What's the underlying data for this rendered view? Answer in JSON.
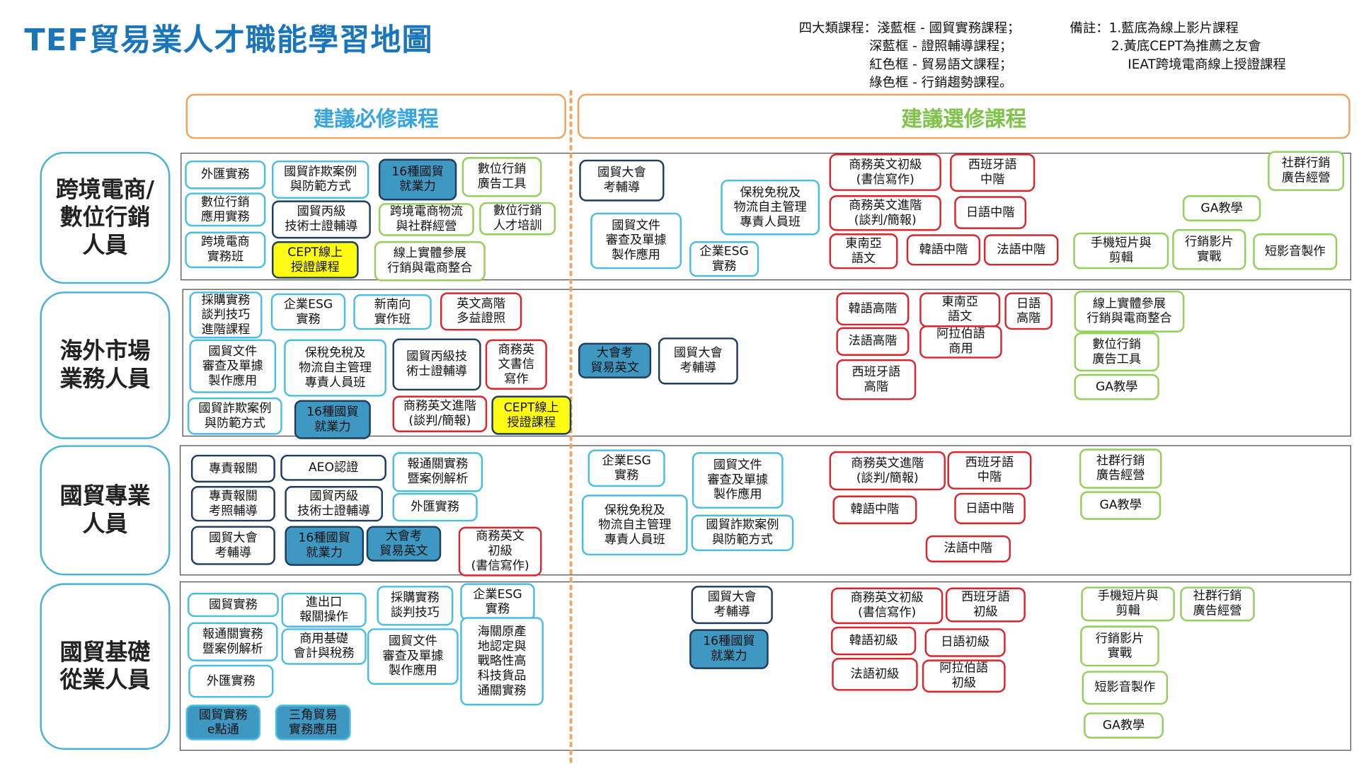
{
  "title": "TEF貿易業人才職能學習地圖",
  "legend_text": "四大類課程：淺藍框 - 國貿實務課程；\n                 深藍框 - 證照輔導課程；\n                 紅色框 - 貿易語文課程；\n                 綠色框 - 行銷趨勢課程。",
  "note_text": "備註：1.藍底為線上影片課程\n          2.黃底CEPT為推薦之友會\n              IEAT跨境電商線上授證課程",
  "headers": {
    "required": "建議必修課程",
    "elective": "建議選修課程"
  },
  "colors": {
    "light_blue": "#4bbde3",
    "dark_blue": "#1f3d5c",
    "blue_fill": "#3e98c2",
    "red": "#d8262e",
    "green": "#92cf5b",
    "yellow": "#fffb12",
    "orange": "#f0a35c",
    "title_blue": "#1b75bb"
  },
  "roles": [
    "跨境電商/\n數位行銷\n人員",
    "海外市場\n業務人員",
    "國貿專業\n人員",
    "國貿基礎\n從業人員"
  ],
  "courses": [
    {
      "t": "外匯實務",
      "c": "lb"
    },
    {
      "t": "國貿詐欺案例\n與防範方式",
      "c": "lb"
    },
    {
      "t": "16種國貿\n就業力",
      "c": "db fill"
    },
    {
      "t": "數位行銷\n廣告工具",
      "c": "g"
    },
    {
      "t": "數位行銷\n應用實務",
      "c": "lb"
    },
    {
      "t": "國貿丙級\n技術士證輔導",
      "c": "db"
    },
    {
      "t": "跨境電商物流\n與社群經營",
      "c": "g"
    },
    {
      "t": "數位行銷\n人才培訓",
      "c": "g"
    },
    {
      "t": "跨境電商\n實務班",
      "c": "lb"
    },
    {
      "t": "CEPT線上\n授證課程",
      "c": "y"
    },
    {
      "t": "線上實體參展\n行銷與電商整合",
      "c": "g"
    },
    {
      "t": "國貿大會\n考輔導",
      "c": "db"
    },
    {
      "t": "國貿文件\n審查及單據\n製作應用",
      "c": "lb"
    },
    {
      "t": "保稅免稅及\n物流自主管理\n專責人員班",
      "c": "lb"
    },
    {
      "t": "企業ESG\n實務",
      "c": "lb"
    },
    {
      "t": "商務英文初級\n(書信寫作)",
      "c": "r"
    },
    {
      "t": "西班牙語\n中階",
      "c": "r"
    },
    {
      "t": "商務英文進階\n(談判/簡報)",
      "c": "r"
    },
    {
      "t": "日語中階",
      "c": "r"
    },
    {
      "t": "東南亞\n語文",
      "c": "r"
    },
    {
      "t": "韓語中階",
      "c": "r"
    },
    {
      "t": "法語中階",
      "c": "r"
    },
    {
      "t": "社群行銷\n廣告經營",
      "c": "g"
    },
    {
      "t": "GA教學",
      "c": "g"
    },
    {
      "t": "手機短片與\n剪輯",
      "c": "g"
    },
    {
      "t": "行銷影片\n實戰",
      "c": "g"
    },
    {
      "t": "短影音製作",
      "c": "g"
    },
    {
      "t": "採購實務\n談判技巧\n進階課程",
      "c": "lb"
    },
    {
      "t": "企業ESG\n實務",
      "c": "lb"
    },
    {
      "t": "新南向\n實作班",
      "c": "lb"
    },
    {
      "t": "英文高階\n多益證照",
      "c": "r"
    },
    {
      "t": "國貿文件\n審查及單據\n製作應用",
      "c": "lb"
    },
    {
      "t": "保稅免稅及\n物流自主管理\n專責人員班",
      "c": "lb"
    },
    {
      "t": "國貿丙級技\n術士證輔導",
      "c": "db"
    },
    {
      "t": "商務英\n文書信\n寫作",
      "c": "r"
    },
    {
      "t": "國貿詐欺案例\n與防範方式",
      "c": "lb"
    },
    {
      "t": "16種國貿\n就業力",
      "c": "db fill"
    },
    {
      "t": "商務英文進階\n(談判/簡報)",
      "c": "r"
    },
    {
      "t": "CEPT線上\n授證課程",
      "c": "y"
    },
    {
      "t": "大會考\n貿易英文",
      "c": "db fill"
    },
    {
      "t": "國貿大會\n考輔導",
      "c": "db"
    },
    {
      "t": "韓語高階",
      "c": "r"
    },
    {
      "t": "東南亞\n語文",
      "c": "r"
    },
    {
      "t": "日語\n高階",
      "c": "r"
    },
    {
      "t": "法語高階",
      "c": "r"
    },
    {
      "t": "阿拉伯語\n商用",
      "c": "r"
    },
    {
      "t": "西班牙語\n高階",
      "c": "r"
    },
    {
      "t": "線上實體參展\n行銷與電商整合",
      "c": "g"
    },
    {
      "t": "數位行銷\n廣告工具",
      "c": "g"
    },
    {
      "t": "GA教學",
      "c": "g"
    },
    {
      "t": "專責報關",
      "c": "db"
    },
    {
      "t": "AEO認證",
      "c": "db"
    },
    {
      "t": "報通關實務\n暨案例解析",
      "c": "lb"
    },
    {
      "t": "專責報關\n考照輔導",
      "c": "db"
    },
    {
      "t": "國貿丙級\n技術士證輔導",
      "c": "db"
    },
    {
      "t": "外匯實務",
      "c": "lb"
    },
    {
      "t": "國貿大會\n考輔導",
      "c": "db"
    },
    {
      "t": "16種國貿\n就業力",
      "c": "db fill"
    },
    {
      "t": "大會考\n貿易英文",
      "c": "db fill"
    },
    {
      "t": "商務英文\n初級\n(書信寫作)",
      "c": "r"
    },
    {
      "t": "企業ESG\n實務",
      "c": "lb"
    },
    {
      "t": "國貿文件\n審查及單據\n製作應用",
      "c": "lb"
    },
    {
      "t": "保稅免稅及\n物流自主管理\n專責人員班",
      "c": "lb"
    },
    {
      "t": "國貿詐欺案例\n與防範方式",
      "c": "lb"
    },
    {
      "t": "商務英文進階\n(談判/簡報)",
      "c": "r"
    },
    {
      "t": "西班牙語\n中階",
      "c": "r"
    },
    {
      "t": "韓語中階",
      "c": "r"
    },
    {
      "t": "日語中階",
      "c": "r"
    },
    {
      "t": "法語中階",
      "c": "r"
    },
    {
      "t": "社群行銷\n廣告經營",
      "c": "g"
    },
    {
      "t": "GA教學",
      "c": "g"
    },
    {
      "t": "國貿實務",
      "c": "lb"
    },
    {
      "t": "進出口\n報關操作",
      "c": "lb"
    },
    {
      "t": "採購實務\n談判技巧",
      "c": "lb"
    },
    {
      "t": "企業ESG\n實務",
      "c": "lb"
    },
    {
      "t": "報通關實務\n暨案例解析",
      "c": "lb"
    },
    {
      "t": "商用基礎\n會計與稅務",
      "c": "lb"
    },
    {
      "t": "國貿文件\n審查及單據\n製作應用",
      "c": "lb"
    },
    {
      "t": "海關原產\n地認定與\n戰略性高\n科技貨品\n通關實務",
      "c": "lb"
    },
    {
      "t": "外匯實務",
      "c": "lb"
    },
    {
      "t": "國貿實務\ne點通",
      "c": "lb fillc"
    },
    {
      "t": "三角貿易\n實務應用",
      "c": "lb fillc"
    },
    {
      "t": "國貿大會\n考輔導",
      "c": "db"
    },
    {
      "t": "16種國貿\n就業力",
      "c": "db fill"
    },
    {
      "t": "商務英文初級\n(書信寫作)",
      "c": "r"
    },
    {
      "t": "西班牙語\n初級",
      "c": "r"
    },
    {
      "t": "韓語初級",
      "c": "r"
    },
    {
      "t": "日語初級",
      "c": "r"
    },
    {
      "t": "法語初級",
      "c": "r"
    },
    {
      "t": "阿拉伯語\n初級",
      "c": "r"
    },
    {
      "t": "手機短片與\n剪輯",
      "c": "g"
    },
    {
      "t": "社群行銷\n廣告經營",
      "c": "g"
    },
    {
      "t": "行銷影片\n實戰",
      "c": "g"
    },
    {
      "t": "短影音製作",
      "c": "g"
    },
    {
      "t": "GA教學",
      "c": "g"
    }
  ]
}
